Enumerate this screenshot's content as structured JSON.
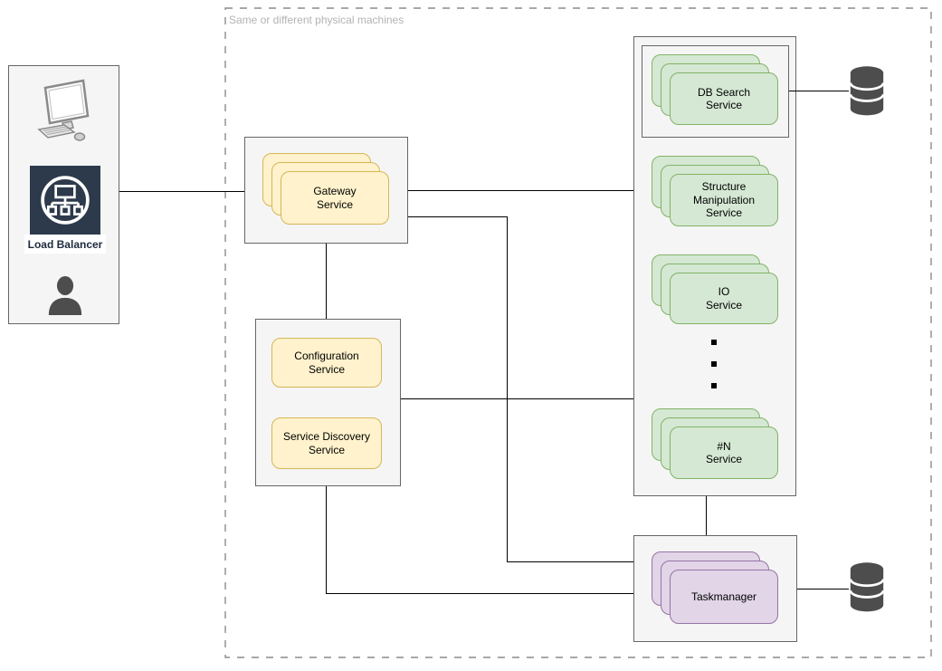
{
  "frame": {
    "label": "Same or different physical machines"
  },
  "client_panel": {
    "load_balancer_label": "Load Balancer"
  },
  "nodes": {
    "gateway": "Gateway\nService",
    "configuration": "Configuration\nService",
    "service_discovery": "Service Discovery\nService",
    "db_search": "DB Search\nService",
    "structure_manipulation": "Structure\nManipulation\nService",
    "io": "IO\nService",
    "nth": "#N\nService",
    "taskmanager": "Taskmanager"
  },
  "icons": {
    "desktop_computer": "desktop-computer-icon",
    "load_balancer": "load-balancer-icon",
    "user": "user-icon",
    "database": "database-icon"
  },
  "colors": {
    "service_yellow_fill": "#FFF2CC",
    "service_yellow_stroke": "#D6B656",
    "service_green_fill": "#D5E8D4",
    "service_green_stroke": "#82B366",
    "service_purple_fill": "#E1D5E7",
    "service_purple_stroke": "#9673A6",
    "container_fill": "#F5F5F5",
    "container_stroke": "#666666",
    "load_balancer_box": "#2D3A4B",
    "icon_gray": "#4D4D4D",
    "connector": "#000000",
    "frame_label": "#B3B3B3"
  }
}
